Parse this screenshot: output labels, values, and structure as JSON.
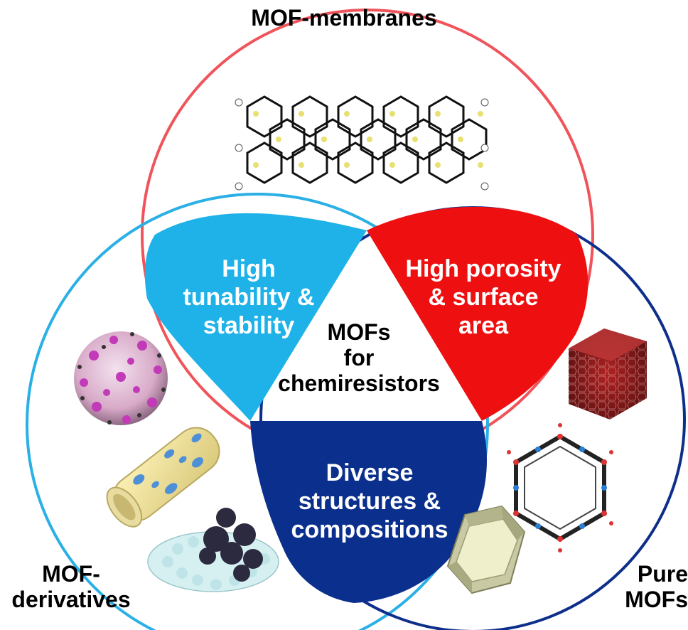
{
  "outer_labels": {
    "top": "MOF-membranes",
    "left": "MOF-\nderivatives",
    "right": "Pure\nMOFs"
  },
  "lobes": {
    "left": "High\ntunability &\nstability",
    "right": "High porosity\n& surface\narea",
    "bottom": "Diverse\nstructures &\ncompositions"
  },
  "center": "MOFs\nfor\nchemiresistors",
  "colors": {
    "top_circle": "#f0545a",
    "left_circle": "#2ab0e6",
    "right_circle": "#0d2f8a",
    "lobe_left": "#1fb2e8",
    "lobe_right": "#ee1010",
    "lobe_bottom": "#0b2f8c"
  }
}
